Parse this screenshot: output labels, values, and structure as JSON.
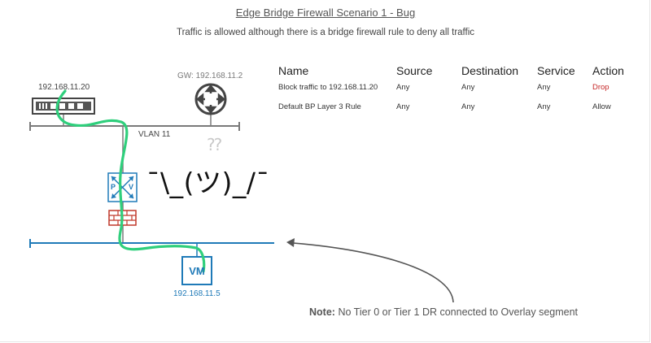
{
  "title": "Edge Bridge Firewall Scenario 1 - Bug",
  "subtitle": "Traffic is allowed although there is a bridge firewall rule to deny all traffic",
  "labels": {
    "server_ip": "192.168.11.20",
    "gateway": "GW: 192.168.11.2",
    "vlan": "VLAN 11",
    "vm_ip": "192.168.11.5",
    "vm_text": "VM",
    "pv_p": "P",
    "pv_v": "V",
    "question_marks": "??",
    "shrug": "¯\\_(ツ)_/¯"
  },
  "firewall_table": {
    "headers": [
      "Name",
      "Source",
      "Destination",
      "Service",
      "Action"
    ],
    "rows": [
      [
        "Block traffic to 192.168.11.20",
        "Any",
        "Any",
        "Any",
        "Drop"
      ],
      [
        "Default BP Layer 3 Rule",
        "Any",
        "Any",
        "Any",
        "Allow"
      ]
    ]
  },
  "note": {
    "label": "Note:",
    "text": "No Tier 0 or Tier 1 DR connected to Overlay segment"
  },
  "colors": {
    "traffic_path": "#2fcf7c",
    "overlay_segment": "#1f7ab8",
    "vlan_segment": "#7a7a7a",
    "drop": "#c62828",
    "firewall": "#c0392b"
  },
  "icons": [
    "server-icon",
    "router-icon",
    "bridge-pv-icon",
    "firewall-icon",
    "vm-icon",
    "arrow-icon"
  ]
}
